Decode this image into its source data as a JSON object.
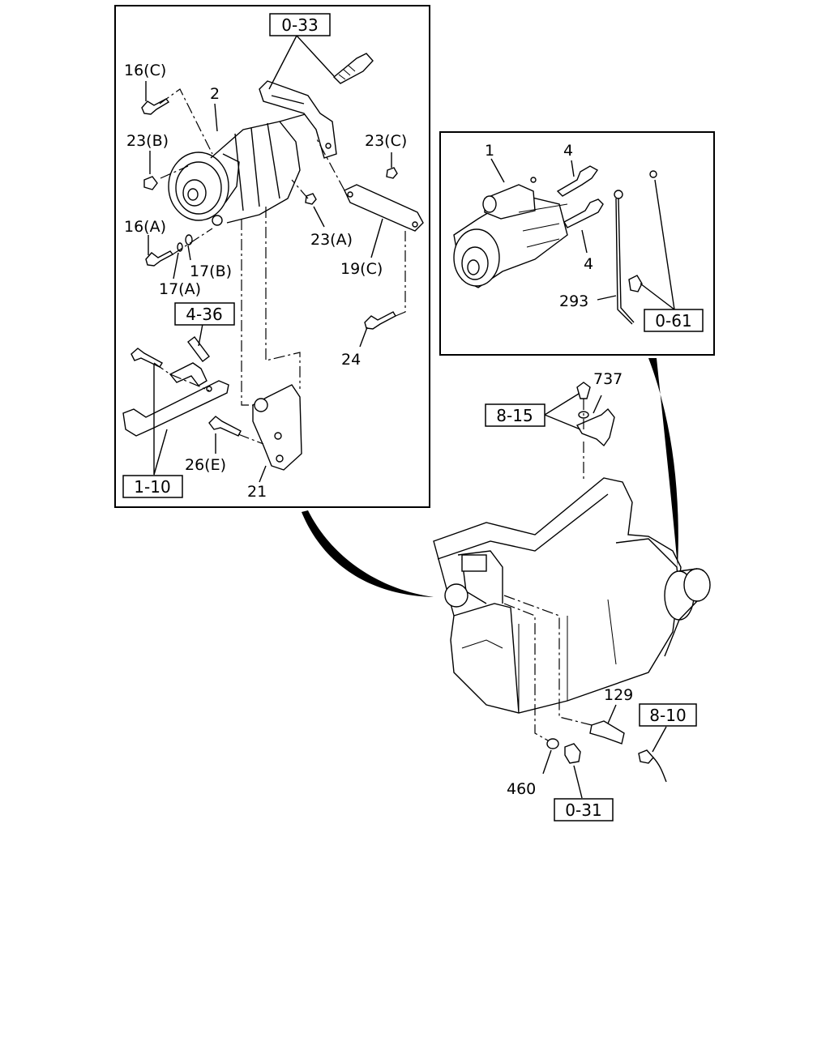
{
  "callouts": {
    "p16c": "16(C)",
    "p2": "2",
    "p23b": "23(B)",
    "p23c": "23(C)",
    "p16a": "16(A)",
    "p23a": "23(A)",
    "p17b": "17(B)",
    "p17a": "17(A)",
    "p19c": "19(C)",
    "p24": "24",
    "p26e": "26(E)",
    "p21": "21",
    "p1": "1",
    "p4_top": "4",
    "p4_bot": "4",
    "p293": "293",
    "p737": "737",
    "p129": "129",
    "p460": "460"
  },
  "references": {
    "r0_33": "0-33",
    "r4_36": "4-36",
    "r1_10": "1-10",
    "r0_61": "0-61",
    "r8_15": "8-15",
    "r8_10": "8-10",
    "r0_31": "0-31"
  }
}
